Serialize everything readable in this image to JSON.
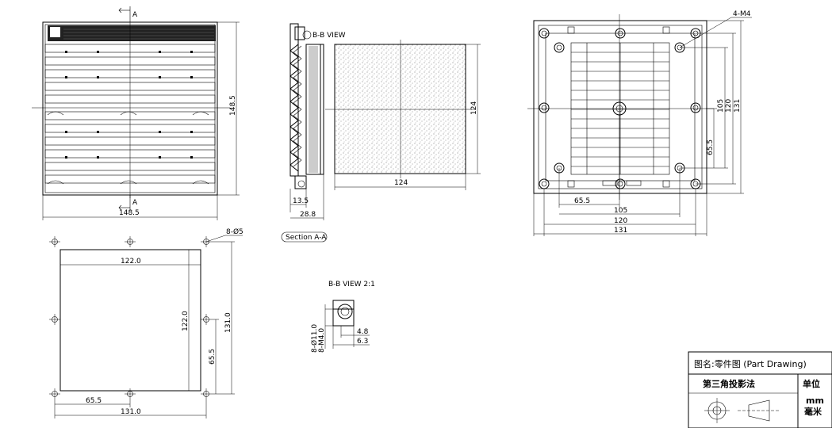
{
  "front_view": {
    "section_marker": "A",
    "width_dim": "148.5",
    "height_dim": "148.5"
  },
  "section_view": {
    "bb_view_label": "B-B  VIEW",
    "depth_dim_1": "13.5",
    "depth_dim_2": "28.8",
    "filter_width": "124",
    "filter_height": "124",
    "section_label": "Section A-A"
  },
  "rear_view": {
    "screw_label": "4-M4",
    "dims_horizontal": [
      "65.5",
      "105",
      "120",
      "131"
    ],
    "dims_vertical": [
      "105",
      "120",
      "131",
      "65.5"
    ]
  },
  "cutout_view": {
    "hole_label": "8-Ø5",
    "inner_width": "122.0",
    "inner_height": "122.0",
    "outer_height": "131.0",
    "outer_width": "131.0",
    "hole_spacing_h": "65.5",
    "hole_spacing_v": "65.5"
  },
  "detail_view": {
    "title": "B-B  VIEW 2:1",
    "label_dia": "8-Ø11.0",
    "label_thread": "8-M4.0",
    "dim_a": "4.8",
    "dim_b": "6.3"
  },
  "title_block": {
    "name_label": "图名:零件图 (Part Drawing)",
    "projection_label": "第三角投影法",
    "unit_label": "单位",
    "unit_en": "mm",
    "unit_cn": "毫米"
  }
}
